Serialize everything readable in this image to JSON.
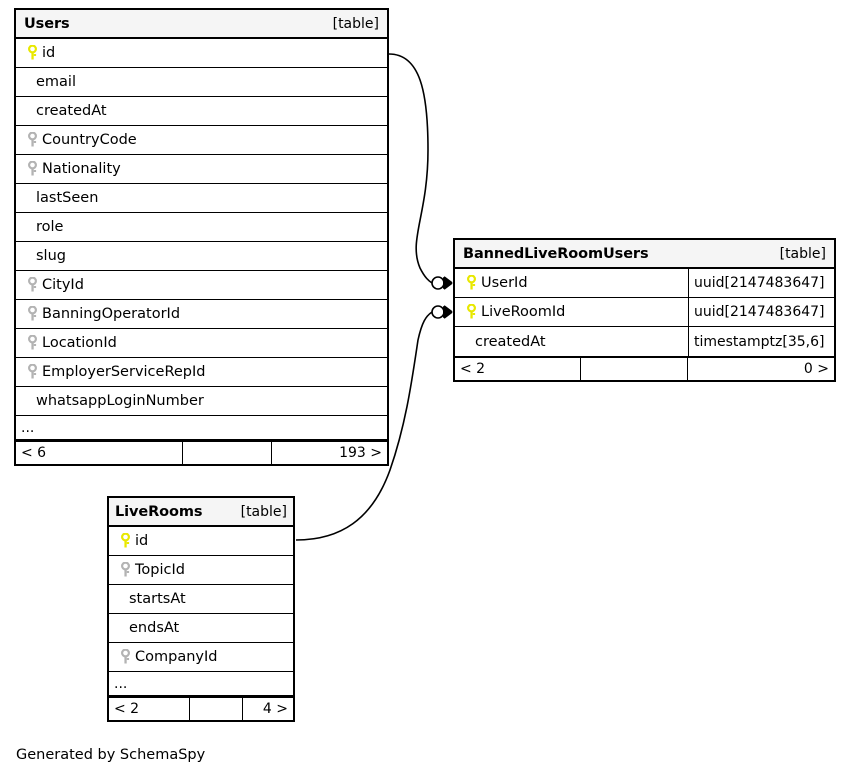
{
  "diagram": {
    "credit": "Generated by SchemaSpy",
    "table_tag": "[table]",
    "ellipsis": "...",
    "colors": {
      "primary_key": "#e8e800",
      "foreign_key": "#b3b3b3",
      "header_bg": "#f5f5f5",
      "border": "#000000",
      "background": "#ffffff"
    }
  },
  "tables": [
    {
      "name": "Users",
      "tag": "[table]",
      "columns": [
        {
          "name": "id",
          "key": "primary"
        },
        {
          "name": "email",
          "key": "none"
        },
        {
          "name": "createdAt",
          "key": "none"
        },
        {
          "name": "CountryCode",
          "key": "foreign"
        },
        {
          "name": "Nationality",
          "key": "foreign"
        },
        {
          "name": "lastSeen",
          "key": "none"
        },
        {
          "name": "role",
          "key": "none"
        },
        {
          "name": "slug",
          "key": "none"
        },
        {
          "name": "CityId",
          "key": "foreign"
        },
        {
          "name": "BanningOperatorId",
          "key": "foreign"
        },
        {
          "name": "LocationId",
          "key": "foreign"
        },
        {
          "name": "EmployerServiceRepId",
          "key": "foreign"
        },
        {
          "name": "whatsappLoginNumber",
          "key": "none"
        }
      ],
      "more": "...",
      "footer": {
        "left": "< 6",
        "middle": "",
        "right": "193 >"
      }
    },
    {
      "name": "BannedLiveRoomUsers",
      "tag": "[table]",
      "columns": [
        {
          "name": "UserId",
          "key": "primary",
          "type": "uuid[2147483647]"
        },
        {
          "name": "LiveRoomId",
          "key": "primary",
          "type": "uuid[2147483647]"
        },
        {
          "name": "createdAt",
          "key": "none",
          "type": "timestamptz[35,6]"
        }
      ],
      "footer": {
        "left": "< 2",
        "middle": "",
        "right": "0 >"
      }
    },
    {
      "name": "LiveRooms",
      "tag": "[table]",
      "columns": [
        {
          "name": "id",
          "key": "primary"
        },
        {
          "name": "TopicId",
          "key": "foreign"
        },
        {
          "name": "startsAt",
          "key": "none"
        },
        {
          "name": "endsAt",
          "key": "none"
        },
        {
          "name": "CompanyId",
          "key": "foreign"
        }
      ],
      "more": "...",
      "footer": {
        "left": "< 2",
        "middle": "",
        "right": "4 >"
      }
    }
  ],
  "relationships": [
    {
      "from_table": "Users",
      "from_column": "id",
      "to_table": "BannedLiveRoomUsers",
      "to_column": "UserId"
    },
    {
      "from_table": "LiveRooms",
      "from_column": "id",
      "to_table": "BannedLiveRoomUsers",
      "to_column": "LiveRoomId"
    }
  ]
}
